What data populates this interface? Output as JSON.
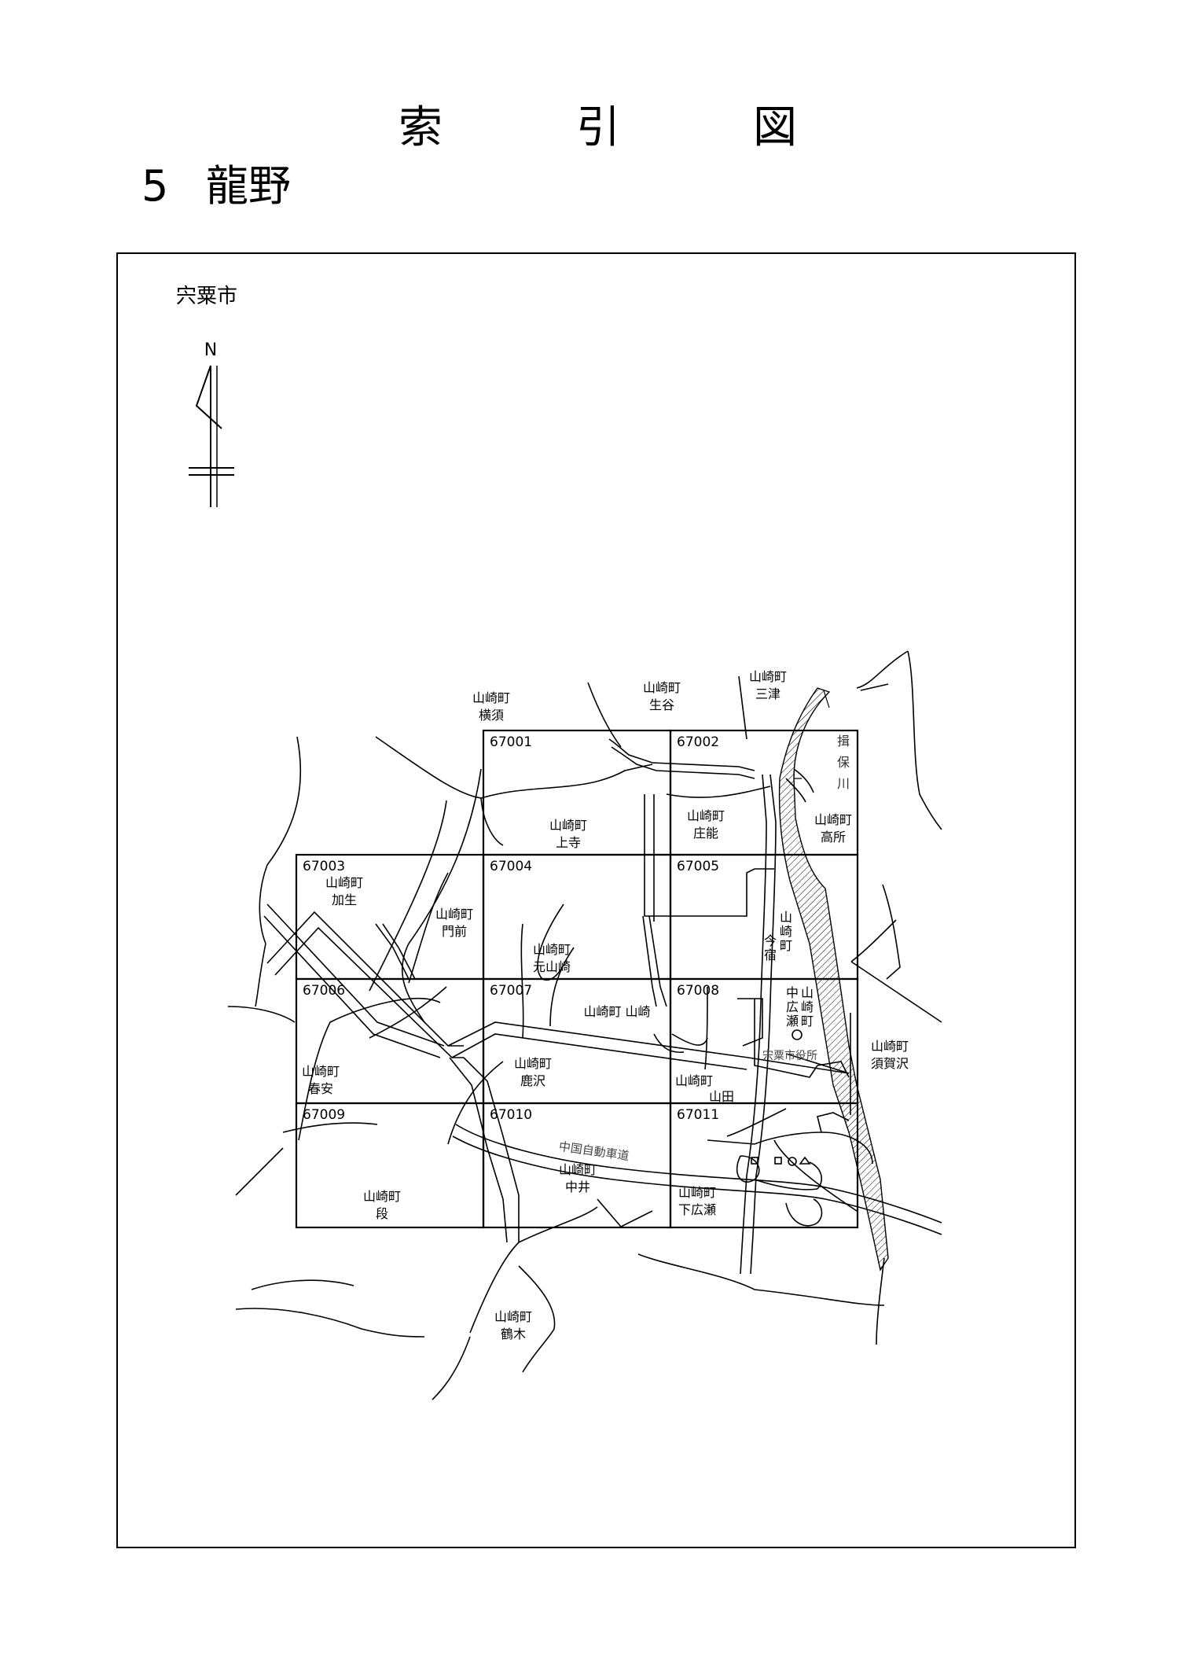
{
  "header": {
    "title_chars": [
      "索",
      "引",
      "図"
    ],
    "section_number": "5",
    "section_name": "龍野"
  },
  "map": {
    "city": "宍粟市",
    "north_label": "N",
    "grid_cells": [
      {
        "id": "67001",
        "col": 1,
        "row": 0
      },
      {
        "id": "67002",
        "col": 2,
        "row": 0
      },
      {
        "id": "67003",
        "col": 0,
        "row": 1
      },
      {
        "id": "67004",
        "col": 1,
        "row": 1
      },
      {
        "id": "67005",
        "col": 2,
        "row": 1
      },
      {
        "id": "67006",
        "col": 0,
        "row": 2
      },
      {
        "id": "67007",
        "col": 1,
        "row": 2
      },
      {
        "id": "67008",
        "col": 2,
        "row": 2
      },
      {
        "id": "67009",
        "col": 0,
        "row": 3
      },
      {
        "id": "67010",
        "col": 1,
        "row": 3
      },
      {
        "id": "67011",
        "col": 2,
        "row": 3
      }
    ],
    "places": [
      {
        "key": "yokosu",
        "lines": [
          "山崎町",
          "横須"
        ]
      },
      {
        "key": "shodani",
        "lines": [
          "山崎町",
          "生谷"
        ]
      },
      {
        "key": "mitsu",
        "lines": [
          "山崎町",
          "三津"
        ]
      },
      {
        "key": "kamidera",
        "lines": [
          "山崎町",
          "上寺"
        ]
      },
      {
        "key": "shono",
        "lines": [
          "山崎町",
          "庄能"
        ]
      },
      {
        "key": "takadokoro",
        "lines": [
          "山崎町",
          "高所"
        ]
      },
      {
        "key": "kano",
        "lines": [
          "山崎町",
          "加生"
        ]
      },
      {
        "key": "monzen",
        "lines": [
          "山崎町",
          "門前"
        ]
      },
      {
        "key": "motoyamazaki",
        "lines": [
          "山崎町",
          "元山崎"
        ]
      },
      {
        "key": "imajuku",
        "lines": [
          "山",
          "崎",
          "町"
        ]
      },
      {
        "key": "imajuku2",
        "lines": [
          "今",
          "宿"
        ]
      },
      {
        "key": "yamazaki",
        "lines": [
          "山崎町 山崎"
        ]
      },
      {
        "key": "nakahirose",
        "lines": [
          "山",
          "崎",
          "町"
        ]
      },
      {
        "key": "nakahirose2",
        "lines": [
          "中",
          "広",
          "瀬"
        ]
      },
      {
        "key": "sugasawa",
        "lines": [
          "山崎町",
          "須賀沢"
        ]
      },
      {
        "key": "haruyasu",
        "lines": [
          "山崎町",
          "春安"
        ]
      },
      {
        "key": "shikasawa",
        "lines": [
          "山崎町",
          "鹿沢"
        ]
      },
      {
        "key": "yamada",
        "lines": [
          "山崎町",
          "山田"
        ]
      },
      {
        "key": "dan",
        "lines": [
          "山崎町",
          "段"
        ]
      },
      {
        "key": "nakai",
        "lines": [
          "山崎町",
          "中井"
        ]
      },
      {
        "key": "shimohirose",
        "lines": [
          "山崎町",
          "下広瀬"
        ]
      },
      {
        "key": "tsuruki",
        "lines": [
          "山崎町",
          "鶴木"
        ]
      }
    ],
    "river": {
      "chars": [
        "揖",
        "保",
        "川"
      ]
    },
    "city_hall": "宍粟市役所",
    "expressway": "中国自動車道"
  }
}
